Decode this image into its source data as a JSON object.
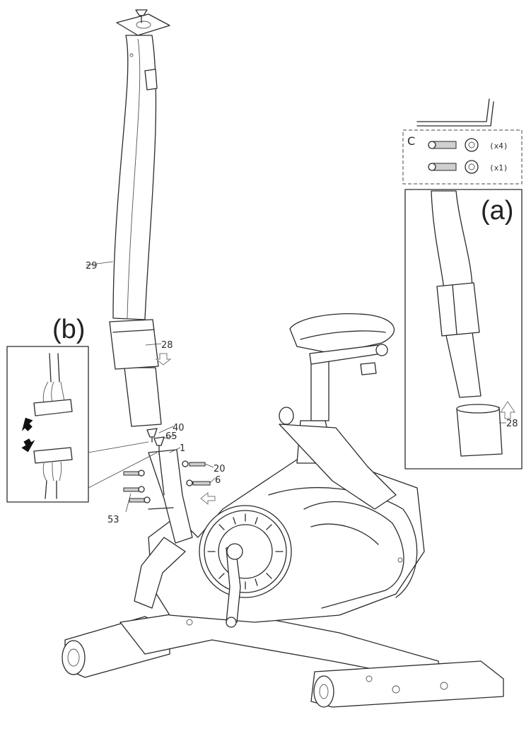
{
  "labels": {
    "p29": "29",
    "p28": "28",
    "p40": "40",
    "p65": "65",
    "p1": "1",
    "p20": "20",
    "p6": "6",
    "p53": "53",
    "p28a": "28"
  },
  "panels": {
    "a_title": "(a)",
    "b_title": "(b)"
  },
  "hardware": {
    "kit_letter": "C",
    "row1_qty": "(x4)",
    "row2_qty": "(x1)"
  }
}
